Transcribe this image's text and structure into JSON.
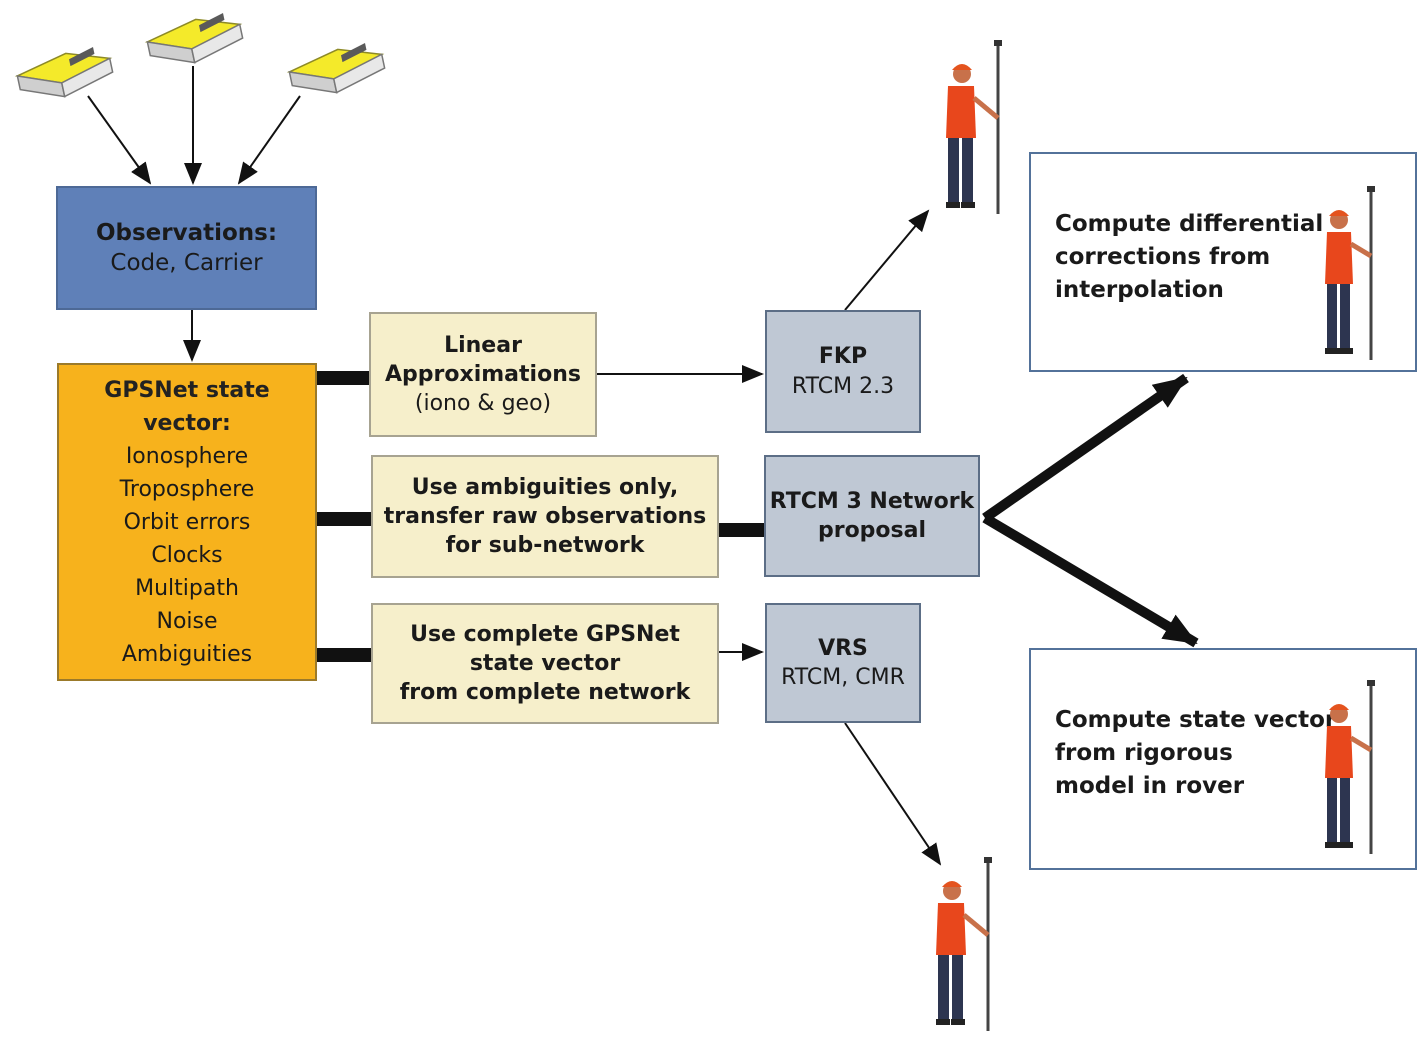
{
  "observations": {
    "title": "Observations:",
    "subtitle": "Code, Carrier"
  },
  "state_vector": {
    "title": "GPSNet state vector:",
    "items": [
      "Ionosphere",
      "Troposphere",
      "Orbit errors",
      "Clocks",
      "Multipath",
      "Noise",
      "Ambiguities"
    ]
  },
  "methods": [
    {
      "lines": [
        "Linear",
        "Approximations"
      ],
      "sub": "(iono & geo)"
    },
    {
      "lines": [
        "Use ambiguities only,",
        "transfer raw observations",
        "for sub-network"
      ]
    },
    {
      "lines": [
        "Use complete GPSNet",
        "state vector",
        "from complete network"
      ]
    }
  ],
  "formats": [
    {
      "title": "FKP",
      "sub": "RTCM 2.3"
    },
    {
      "title": "RTCM 3 Network",
      "sub": "proposal"
    },
    {
      "title": "VRS",
      "sub": "RTCM, CMR"
    }
  ],
  "outcomes": [
    {
      "lines": [
        "Compute differential",
        "corrections from",
        "interpolation"
      ]
    },
    {
      "lines": [
        "Compute state vector",
        "from rigorous",
        "model in rover"
      ]
    }
  ],
  "icons": {
    "receiver": "gps-receiver-icon",
    "surveyor": "surveyor-with-rover-pole-icon"
  },
  "colors": {
    "observations": "#5f80b8",
    "state_vector": "#f7b21c",
    "method": "#f6efcb",
    "format": "#bfc8d4",
    "receiver": "#f2e81c"
  }
}
